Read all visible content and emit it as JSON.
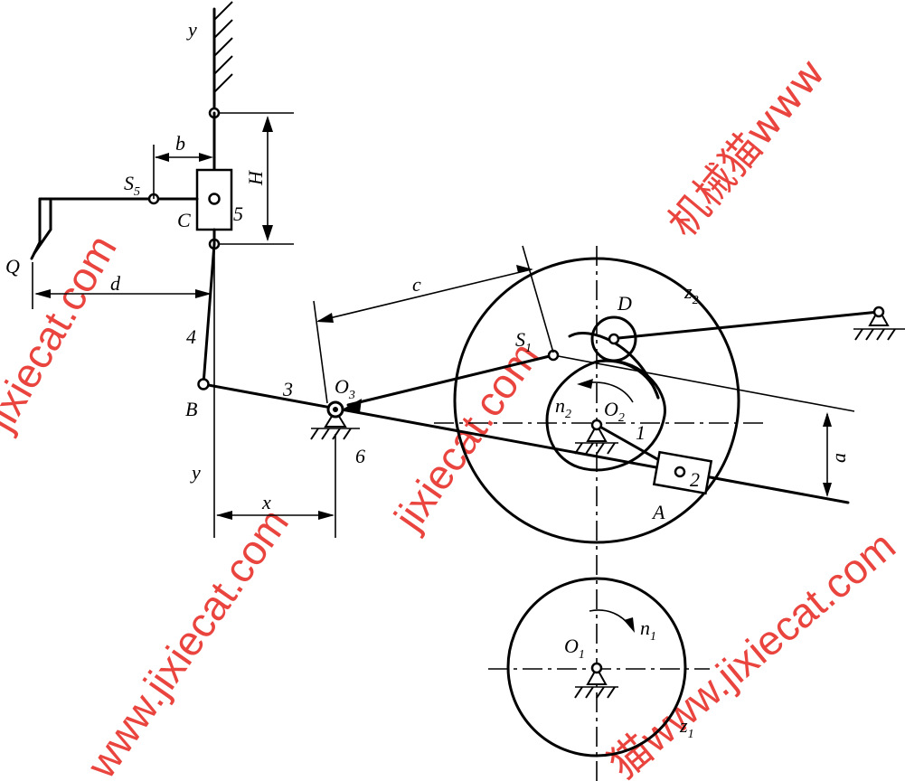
{
  "labels": {
    "y_top": "y",
    "y_bottom": "y",
    "b": "b",
    "H": "H",
    "S5": "S",
    "S5_sub": "5",
    "C": "C",
    "five": "5",
    "Q": "Q",
    "d": "d",
    "four": "4",
    "B": "B",
    "three": "3",
    "O3": "O",
    "O3_sub": "3",
    "six": "6",
    "x": "x",
    "c": "c",
    "S1": "S",
    "S1_sub": "1",
    "D": "D",
    "z2": "z",
    "z2_sub": "2",
    "n2": "n",
    "n2_sub": "2",
    "O2": "O",
    "O2_sub": "2",
    "one": "1",
    "two": "2",
    "A": "A",
    "a": "a",
    "O1": "O",
    "O1_sub": "1",
    "n1": "n",
    "n1_sub": "1",
    "z1": "z",
    "z1_sub": "1"
  },
  "watermarks": {
    "cn": "机械猫www",
    "w1": "jixiecat.com",
    "w2": "jixiecat.com",
    "w3": "www.jixiecat.com",
    "w4": "猫www.jixiecat.com"
  },
  "colors": {
    "watermark": "#e8302a",
    "ink": "#000000"
  }
}
